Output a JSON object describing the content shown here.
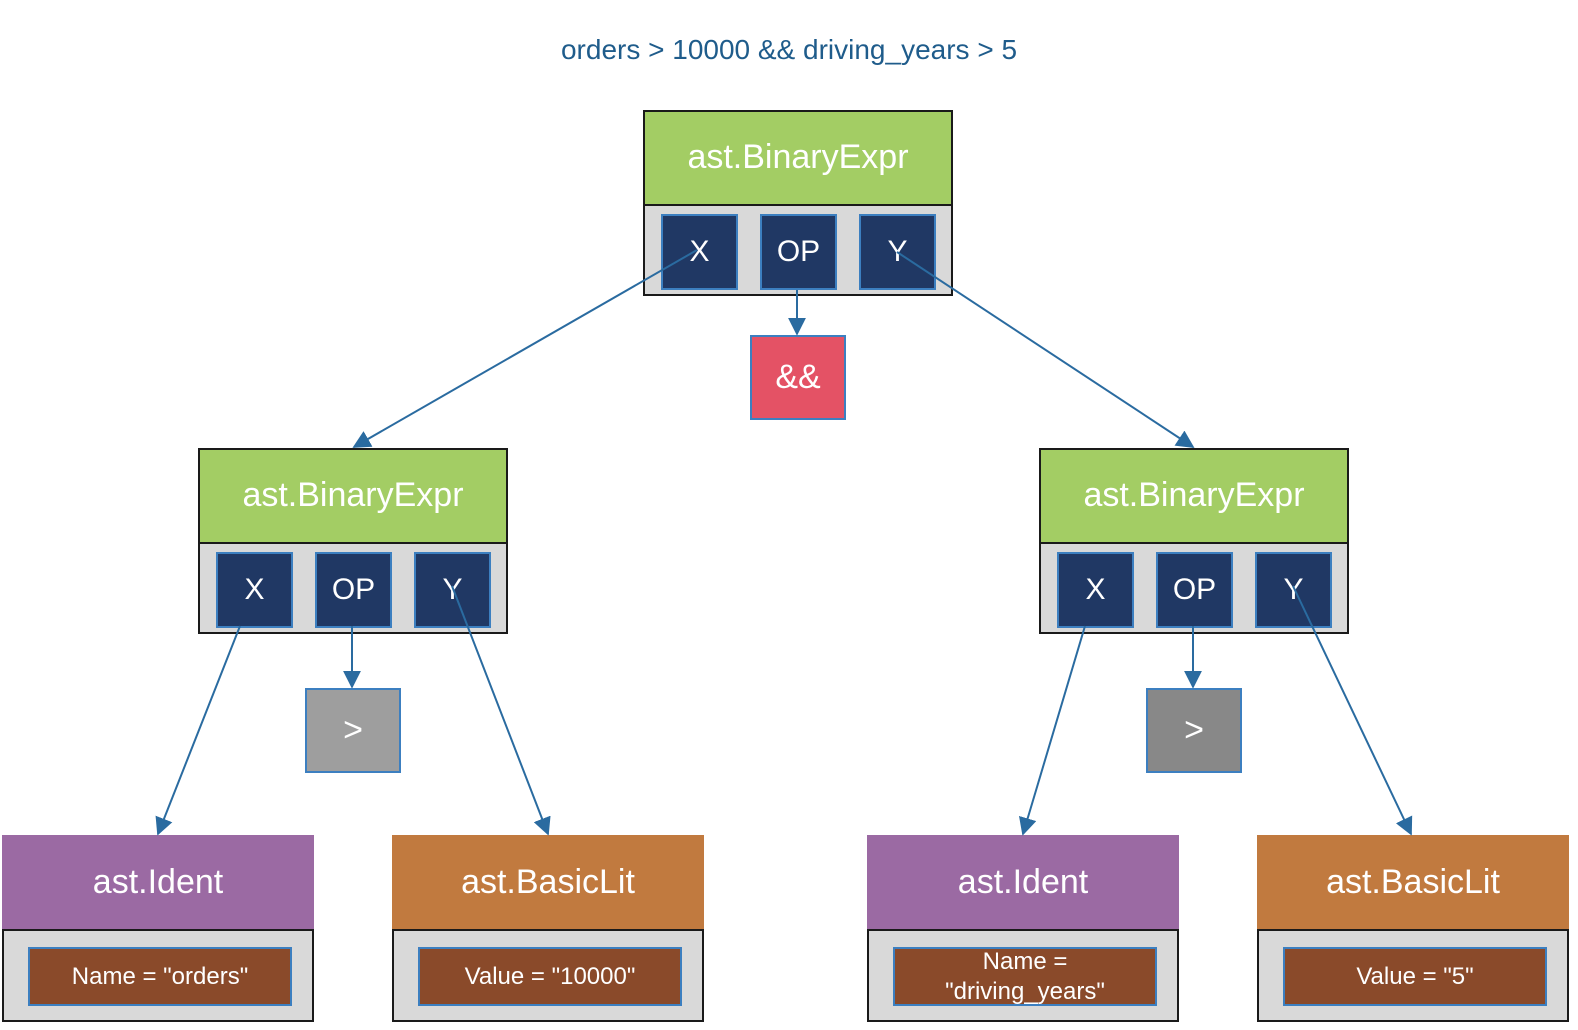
{
  "title": "orders > 10000 && driving_years > 5",
  "colors": {
    "binary_header": "#a3cd64",
    "ident_header": "#9b6aa3",
    "basiclit_header": "#c17a3f",
    "field_fill": "#203864",
    "value_fill": "#8a4a2a",
    "tray_fill": "#d9d9d9",
    "and_op": "#e45265",
    "gt_op_left": "#9e9e9e",
    "gt_op_right": "#888888",
    "edge": "#2a6ba0"
  },
  "root": {
    "type": "ast.BinaryExpr",
    "fields": [
      "X",
      "OP",
      "Y"
    ],
    "op": "&&"
  },
  "left": {
    "type": "ast.BinaryExpr",
    "fields": [
      "X",
      "OP",
      "Y"
    ],
    "op": ">",
    "x_node": {
      "type": "ast.Ident",
      "value": "Name = \"orders\""
    },
    "y_node": {
      "type": "ast.BasicLit",
      "value": "Value = \"10000\""
    }
  },
  "right": {
    "type": "ast.BinaryExpr",
    "fields": [
      "X",
      "OP",
      "Y"
    ],
    "op": ">",
    "x_node": {
      "type": "ast.Ident",
      "value": "Name =\n\"driving_years\""
    },
    "y_node": {
      "type": "ast.BasicLit",
      "value": "Value = \"5\""
    }
  }
}
